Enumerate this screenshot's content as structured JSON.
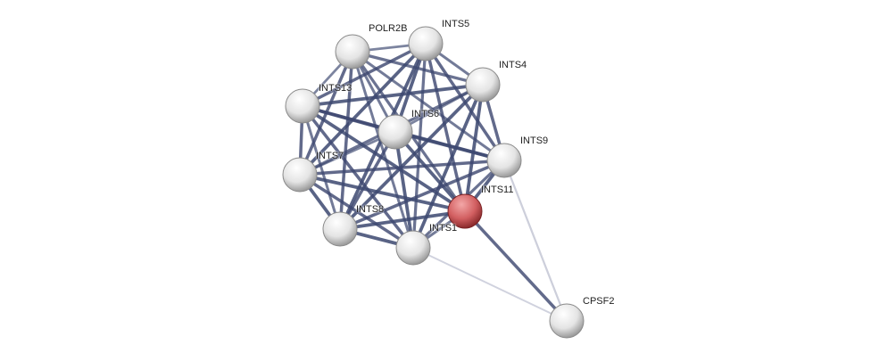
{
  "network": {
    "query_node": "INTS11",
    "colors": {
      "query": "#d9595c",
      "node": "#e8e8e8",
      "edge_strong": "#3d4870",
      "edge_weak": "#a9acc2"
    },
    "nodes": [
      {
        "id": "POLR2B",
        "label": "POLR2B"
      },
      {
        "id": "INTS5",
        "label": "INTS5"
      },
      {
        "id": "INTS4",
        "label": "INTS4"
      },
      {
        "id": "INTS13",
        "label": "INTS13"
      },
      {
        "id": "INTS6",
        "label": "INTS6"
      },
      {
        "id": "INTS9",
        "label": "INTS9"
      },
      {
        "id": "INTS7",
        "label": "INTS7"
      },
      {
        "id": "INTS11",
        "label": "INTS11"
      },
      {
        "id": "INTS8",
        "label": "INTS8"
      },
      {
        "id": "INTS1",
        "label": "INTS1"
      },
      {
        "id": "CPSF2",
        "label": "CPSF2"
      }
    ],
    "edges": [
      [
        "POLR2B",
        "INTS5",
        0.5
      ],
      [
        "POLR2B",
        "INTS4",
        0.7
      ],
      [
        "POLR2B",
        "INTS13",
        0.5
      ],
      [
        "POLR2B",
        "INTS6",
        0.6
      ],
      [
        "POLR2B",
        "INTS9",
        0.6
      ],
      [
        "POLR2B",
        "INTS7",
        0.8
      ],
      [
        "POLR2B",
        "INTS11",
        0.7
      ],
      [
        "POLR2B",
        "INTS8",
        0.8
      ],
      [
        "POLR2B",
        "INTS1",
        0.6
      ],
      [
        "INTS5",
        "INTS4",
        0.6
      ],
      [
        "INTS5",
        "INTS13",
        0.8
      ],
      [
        "INTS5",
        "INTS6",
        0.9
      ],
      [
        "INTS5",
        "INTS9",
        0.8
      ],
      [
        "INTS5",
        "INTS7",
        0.9
      ],
      [
        "INTS5",
        "INTS11",
        0.8
      ],
      [
        "INTS5",
        "INTS8",
        0.9
      ],
      [
        "INTS5",
        "INTS1",
        0.7
      ],
      [
        "INTS4",
        "INTS13",
        0.9
      ],
      [
        "INTS4",
        "INTS6",
        0.5
      ],
      [
        "INTS4",
        "INTS9",
        0.8
      ],
      [
        "INTS4",
        "INTS7",
        0.7
      ],
      [
        "INTS4",
        "INTS11",
        0.9
      ],
      [
        "INTS4",
        "INTS8",
        0.9
      ],
      [
        "INTS4",
        "INTS1",
        0.9
      ],
      [
        "INTS13",
        "INTS6",
        0.9
      ],
      [
        "INTS13",
        "INTS9",
        0.8
      ],
      [
        "INTS13",
        "INTS7",
        0.8
      ],
      [
        "INTS13",
        "INTS11",
        0.9
      ],
      [
        "INTS13",
        "INTS8",
        0.6
      ],
      [
        "INTS13",
        "INTS1",
        0.8
      ],
      [
        "INTS6",
        "INTS9",
        0.9
      ],
      [
        "INTS6",
        "INTS7",
        0.5
      ],
      [
        "INTS6",
        "INTS11",
        0.9
      ],
      [
        "INTS6",
        "INTS8",
        0.8
      ],
      [
        "INTS6",
        "INTS1",
        0.9
      ],
      [
        "INTS9",
        "INTS7",
        0.8
      ],
      [
        "INTS9",
        "INTS11",
        0.9
      ],
      [
        "INTS9",
        "INTS8",
        0.8
      ],
      [
        "INTS9",
        "INTS1",
        0.7
      ],
      [
        "INTS7",
        "INTS11",
        0.9
      ],
      [
        "INTS7",
        "INTS8",
        0.9
      ],
      [
        "INTS7",
        "INTS1",
        0.8
      ],
      [
        "INTS11",
        "INTS8",
        0.9
      ],
      [
        "INTS11",
        "INTS1",
        0.6
      ],
      [
        "INTS8",
        "INTS1",
        0.9
      ],
      [
        "CPSF2",
        "INTS9",
        0.3
      ],
      [
        "CPSF2",
        "INTS11",
        0.8
      ],
      [
        "CPSF2",
        "INTS1",
        0.2
      ]
    ]
  }
}
